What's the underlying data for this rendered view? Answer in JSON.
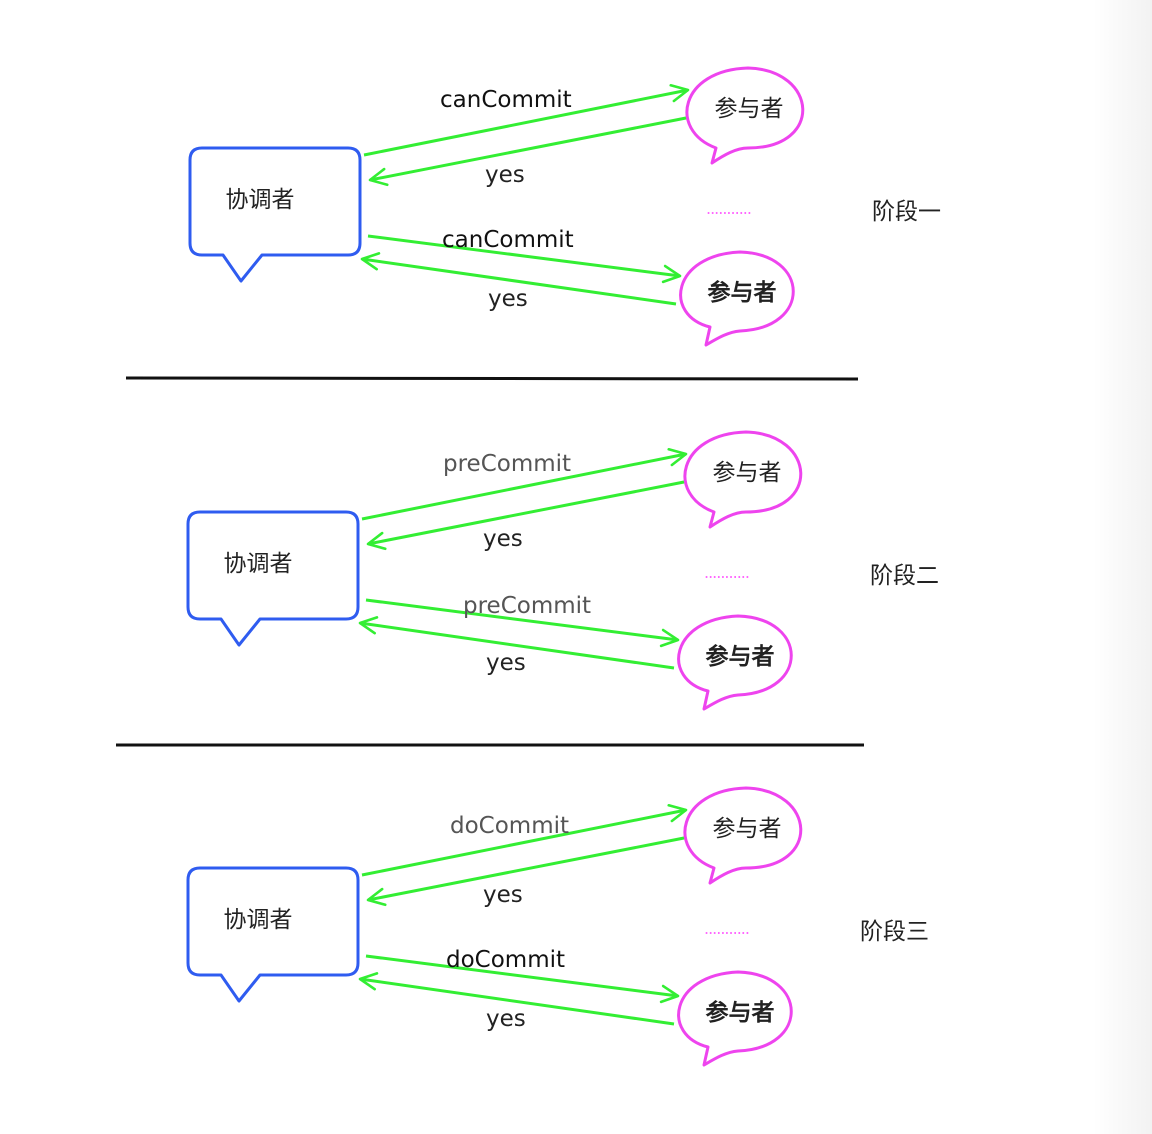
{
  "colors": {
    "coordinator_stroke": "#2f5cf0",
    "participant_stroke": "#ee44ee",
    "arrow": "#33ee33",
    "divider": "#111111",
    "dots": "#ff66ff",
    "text": "#222222"
  },
  "stages": [
    {
      "label": "阶段一",
      "coordinator": "协调者",
      "participants": [
        "参与者",
        "参与者"
      ],
      "messages": [
        {
          "request": "canCommit",
          "response": "yes"
        },
        {
          "request": "canCommit",
          "response": "yes"
        }
      ],
      "ellipsis": "..........."
    },
    {
      "label": "阶段二",
      "coordinator": "协调者",
      "participants": [
        "参与者",
        "参与者"
      ],
      "messages": [
        {
          "request": "preCommit",
          "response": "yes"
        },
        {
          "request": "preCommit",
          "response": "yes"
        }
      ],
      "ellipsis": "..........."
    },
    {
      "label": "阶段三",
      "coordinator": "协调者",
      "participants": [
        "参与者",
        "参与者"
      ],
      "messages": [
        {
          "request": "doCommit",
          "response": "yes"
        },
        {
          "request": "doCommit",
          "response": "yes"
        }
      ],
      "ellipsis": "..........."
    }
  ]
}
